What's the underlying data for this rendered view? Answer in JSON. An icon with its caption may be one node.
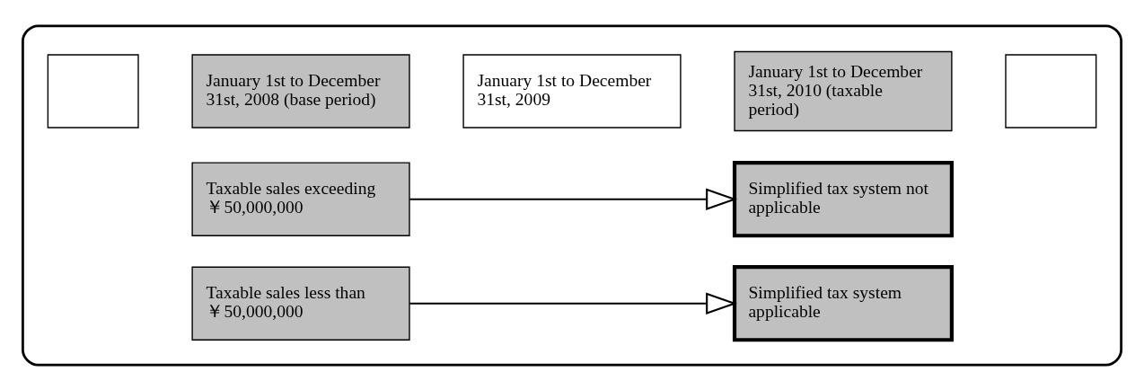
{
  "diagram": {
    "nodes": [
      {
        "text": [],
        "shape": "box"
      },
      {
        "text": [],
        "shape": "box",
        "in": 0
      },
      {
        "text": [
          "January 1st to December 31st, 2008 (base period)"
        ],
        "in": 0
      },
      {
        "text": [
          "January 1st to December 31st, 2009"
        ],
        "in": 0
      },
      {
        "text": [
          "January 1st to December 31st, 2010 (taxable period)"
        ],
        "in": 0
      },
      {
        "text": [],
        "shape": "box",
        "in": 0
      },
      {
        "text": [
          "Taxable sales exceeding ￥50,000,000"
        ],
        "in": 0
      },
      {
        "text": [
          "Simplified tax system not applicable"
        ],
        "in": 0
      },
      {
        "text": [
          "Taxable sales less than ￥50,000,000"
        ],
        "in": 0
      },
      {
        "text": [
          "Simplified tax system applicable"
        ],
        "in": 0
      }
    ],
    "edges": [
      {
        "from": 6,
        "to": 7,
        "arrow": "to"
      },
      {
        "from": 8,
        "to": 9,
        "arrow": "to"
      }
    ]
  }
}
